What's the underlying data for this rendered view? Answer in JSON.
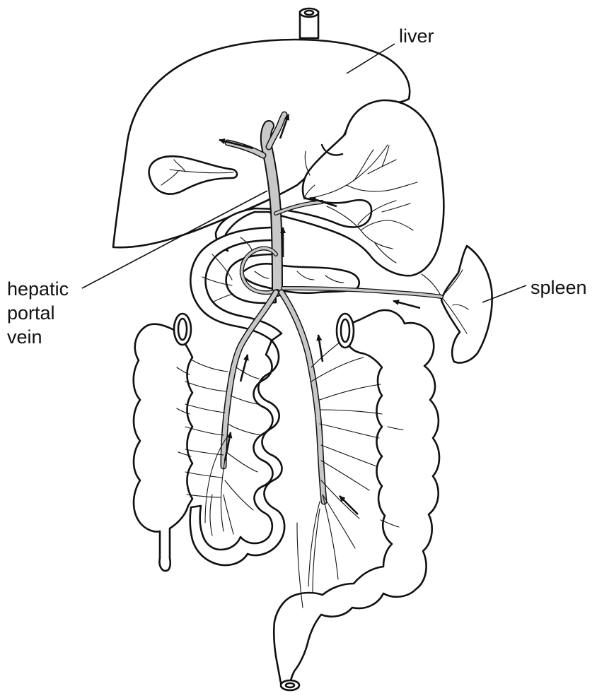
{
  "labels": {
    "liver": "liver",
    "spleen": "spleen",
    "hepatic_portal_vein": [
      "hepatic",
      "portal",
      "vein"
    ]
  },
  "colors": {
    "outline": "#111111",
    "vein_fill": "#c8c8c8",
    "background": "#ffffff"
  }
}
